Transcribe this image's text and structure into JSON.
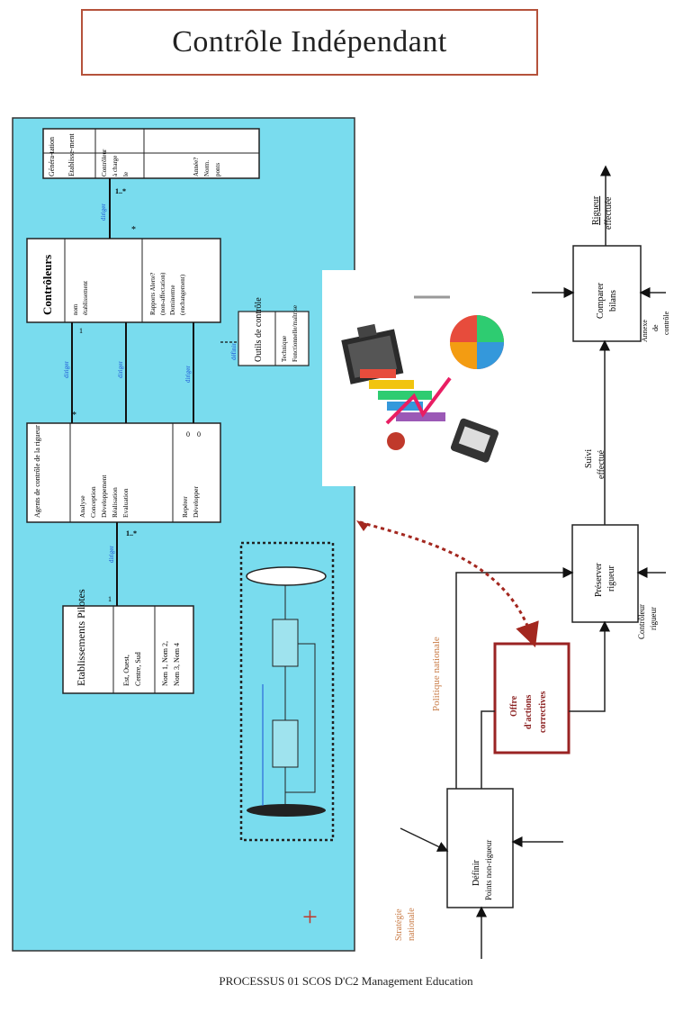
{
  "title": "Contrôle Indépendant",
  "footer": "PROCESSUS 01 SCOS D'C2 Management Education",
  "uml": {
    "classes": {
      "generation": {
        "header_a": "Généra-tation",
        "header_b": "Etablisse-ment",
        "lines": [
          "Contrôleur",
          "à charge",
          "le"
        ],
        "extra": [
          "Année?",
          "Norm.",
          "ponts"
        ]
      },
      "controleurs": {
        "name": "Contrôleurs",
        "attrs": [
          "nom",
          "établissement"
        ],
        "ops": [
          "Rapports Alerte?",
          "(non-affectation)",
          "Dominerme",
          "(enchangement)"
        ]
      },
      "agents": {
        "name": "Agents de contrôle de la rigueur",
        "attrs": [
          "Analyse",
          "Conception",
          "Développement",
          "Réalisation",
          "Evaluation"
        ],
        "ops": [
          "Repérer",
          "Développer"
        ],
        "marks": [
          "0",
          "0"
        ]
      },
      "etablissements": {
        "name": "Etablissements Pilotes",
        "attrs": [
          "Est, Ouest,",
          "Centre, Sud"
        ],
        "ops": [
          "Nom 1, Nom 2,",
          "Nom 3, Nom 4"
        ]
      },
      "outils": {
        "name": "Outils de contrôle",
        "attrs": [
          "Technique",
          "Fonctionnelle/maîtrise"
        ]
      }
    },
    "assoc_labels": [
      "diriger",
      "diriger",
      "diriger",
      "diriger",
      "définir",
      "diriger"
    ],
    "multiplicities": [
      "1..*",
      "*",
      "1",
      "1..*",
      "*",
      "1"
    ],
    "plus": "+"
  },
  "process": {
    "boxes": {
      "definir": [
        "Définir",
        "Points non-rigueur"
      ],
      "offre": [
        "Offre",
        "d'actions",
        "correctives"
      ],
      "preserver": [
        "Préserver",
        "rigueur"
      ],
      "comparer": [
        "Comparer",
        "bilans"
      ]
    },
    "labels": {
      "strategie": [
        "Stratégie",
        "nationale"
      ],
      "politique": "Politique nationale",
      "controleur": [
        "Contrôleur",
        "rigueur"
      ],
      "suivi": [
        "Suivi",
        "effectué"
      ],
      "rigueur": [
        "Rigueur",
        "effectuée"
      ],
      "annexe": [
        "Annexe",
        "de",
        "contrôle"
      ]
    }
  },
  "colors": {
    "uml_bg": "#79dcee",
    "title_border": "#b5523b",
    "offre_border": "#9a2323",
    "offre_text": "#8a1f1f",
    "dotted_arrow": "#a3271f",
    "orange_label": "#c87a44",
    "assoc_blue": "#1a52d6"
  }
}
